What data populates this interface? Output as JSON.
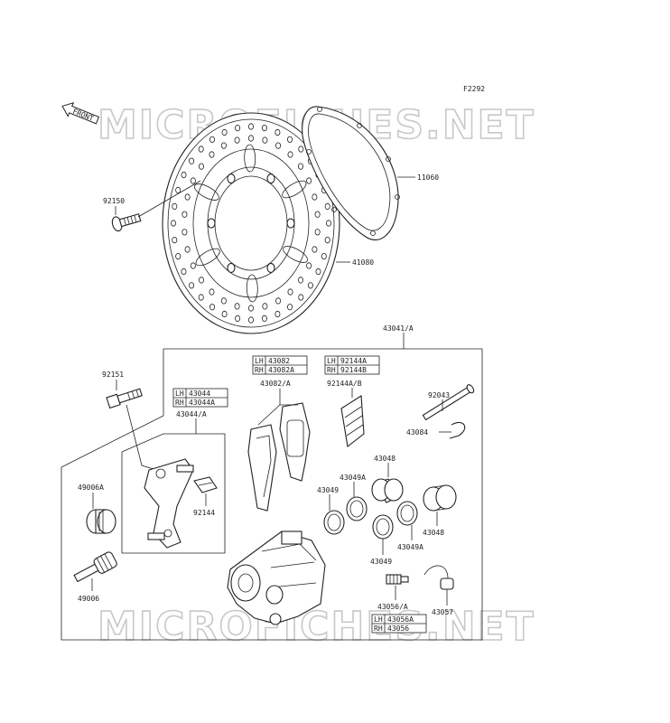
{
  "diagram": {
    "figure_code": "F2292",
    "direction_label": "FRONT",
    "watermark": "MICROFICHES.NET"
  },
  "callouts": [
    {
      "id": "92150",
      "text": "92150"
    },
    {
      "id": "11060",
      "text": "11060"
    },
    {
      "id": "41080",
      "text": "41080"
    },
    {
      "id": "43041A",
      "text": "43041/A"
    },
    {
      "id": "92151",
      "text": "92151"
    },
    {
      "id": "43082A",
      "text": "43082/A"
    },
    {
      "id": "92144AB",
      "text": "92144A/B"
    },
    {
      "id": "92043",
      "text": "92043"
    },
    {
      "id": "43084",
      "text": "43084"
    },
    {
      "id": "43044A",
      "text": "43044/A"
    },
    {
      "id": "43048a",
      "text": "43048"
    },
    {
      "id": "43049Aa",
      "text": "43049A"
    },
    {
      "id": "43049a",
      "text": "43049"
    },
    {
      "id": "49006A",
      "text": "49006A"
    },
    {
      "id": "92144",
      "text": "92144"
    },
    {
      "id": "43048b",
      "text": "43048"
    },
    {
      "id": "43049Ab",
      "text": "43049A"
    },
    {
      "id": "43049b",
      "text": "43049"
    },
    {
      "id": "49006",
      "text": "49006"
    },
    {
      "id": "43056A",
      "text": "43056/A"
    },
    {
      "id": "43057",
      "text": "43057"
    }
  ],
  "side_tables": [
    {
      "id": "t43082",
      "rows": [
        [
          "LH",
          "43082"
        ],
        [
          "RH",
          "43082A"
        ]
      ]
    },
    {
      "id": "t92144",
      "rows": [
        [
          "LH",
          "92144A"
        ],
        [
          "RH",
          "92144B"
        ]
      ]
    },
    {
      "id": "t43044",
      "rows": [
        [
          "LH",
          "43044"
        ],
        [
          "RH",
          "43044A"
        ]
      ]
    },
    {
      "id": "t43056",
      "rows": [
        [
          "LH",
          "43056A"
        ],
        [
          "RH",
          "43056"
        ]
      ]
    }
  ]
}
